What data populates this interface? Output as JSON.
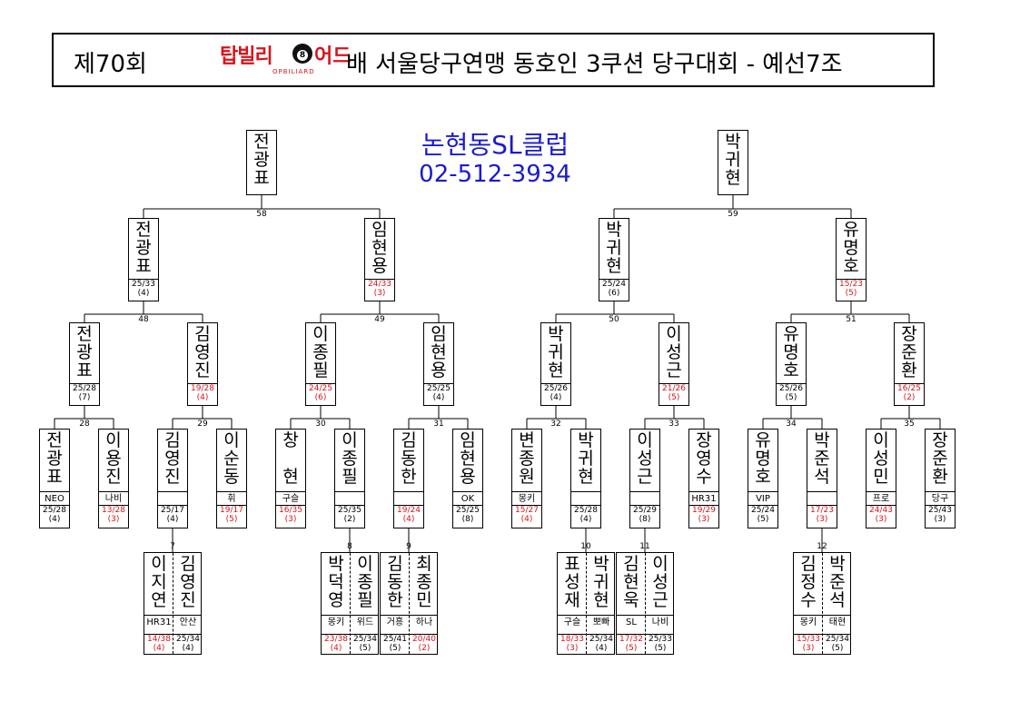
{
  "title": {
    "prefix": "제70회",
    "sponsor_logo_main": "탑빌리",
    "sponsor_logo_ball": "8",
    "sponsor_logo_tail": "어드",
    "sponsor_logo_sub": "OPBILIARD",
    "suffix": "배 서울당구연맹 동호인 3쿠션 당구대회 - 예선7조"
  },
  "club": {
    "name": "논현동SL클럽",
    "phone": "02-512-3934"
  },
  "final_winners": [
    {
      "name": "전광표"
    },
    {
      "name": "박귀현"
    }
  ],
  "boxes": [
    {
      "id": "r3_0",
      "name": "전광표",
      "score": "25/33",
      "innings": "(4)",
      "lose": false
    },
    {
      "id": "r3_1",
      "name": "임현용",
      "score": "24/33",
      "innings": "(3)",
      "lose": true
    },
    {
      "id": "r3_2",
      "name": "박귀현",
      "score": "25/24",
      "innings": "(6)",
      "lose": false
    },
    {
      "id": "r3_3",
      "name": "유명호",
      "score": "15/23",
      "innings": "(5)",
      "lose": true
    },
    {
      "id": "r2_0",
      "name": "전광표",
      "score": "25/28",
      "innings": "(7)",
      "lose": false
    },
    {
      "id": "r2_1",
      "name": "김영진",
      "score": "19/28",
      "innings": "(4)",
      "lose": true
    },
    {
      "id": "r2_2",
      "name": "이종필",
      "score": "24/25",
      "innings": "(6)",
      "lose": true
    },
    {
      "id": "r2_3",
      "name": "임현용",
      "score": "25/25",
      "innings": "(4)",
      "lose": false
    },
    {
      "id": "r2_4",
      "name": "박귀현",
      "score": "25/26",
      "innings": "(4)",
      "lose": false
    },
    {
      "id": "r2_5",
      "name": "이성근",
      "score": "21/26",
      "innings": "(5)",
      "lose": true
    },
    {
      "id": "r2_6",
      "name": "유명호",
      "score": "25/26",
      "innings": "(5)",
      "lose": false
    },
    {
      "id": "r2_7",
      "name": "장준환",
      "score": "16/25",
      "innings": "(2)",
      "lose": true
    },
    {
      "id": "r1_0",
      "name": "전광표",
      "club": "NEO",
      "score": "25/28",
      "innings": "(4)",
      "lose": false
    },
    {
      "id": "r1_1",
      "name": "이용진",
      "club": "나비",
      "score": "13/28",
      "innings": "(3)",
      "lose": true
    },
    {
      "id": "r1_2",
      "name": "김영진",
      "club": "",
      "score": "25/17",
      "innings": "(4)",
      "lose": false
    },
    {
      "id": "r1_3",
      "name": "이순동",
      "club": "휘",
      "score": "19/17",
      "innings": "(5)",
      "lose": true
    },
    {
      "id": "r1_4",
      "name": "창 현",
      "club": "구슬",
      "score": "16/35",
      "innings": "(3)",
      "lose": true
    },
    {
      "id": "r1_5",
      "name": "이종필",
      "club": "",
      "score": "25/35",
      "innings": "(2)",
      "lose": false
    },
    {
      "id": "r1_6",
      "name": "김동한",
      "club": "",
      "score": "19/24",
      "innings": "(4)",
      "lose": true
    },
    {
      "id": "r1_7",
      "name": "임현용",
      "club": "OK",
      "score": "25/25",
      "innings": "(8)",
      "lose": false
    },
    {
      "id": "r1_8",
      "name": "변종원",
      "club": "몽키",
      "score": "15/27",
      "innings": "(4)",
      "lose": true
    },
    {
      "id": "r1_9",
      "name": "박귀현",
      "club": "",
      "score": "25/28",
      "innings": "(4)",
      "lose": false
    },
    {
      "id": "r1_10",
      "name": "이성근",
      "club": "",
      "score": "25/29",
      "innings": "(8)",
      "lose": false
    },
    {
      "id": "r1_11",
      "name": "장영수",
      "club": "HR31",
      "score": "19/29",
      "innings": "(3)",
      "lose": true
    },
    {
      "id": "r1_12",
      "name": "유명호",
      "club": "VIP",
      "score": "25/24",
      "innings": "(5)",
      "lose": false
    },
    {
      "id": "r1_13",
      "name": "박준석",
      "club": "",
      "score": "17/23",
      "innings": "(3)",
      "lose": true
    },
    {
      "id": "r1_14",
      "name": "이성민",
      "club": "프로",
      "score": "24/43",
      "innings": "(3)",
      "lose": true
    },
    {
      "id": "r1_15",
      "name": "장준환",
      "club": "당구",
      "score": "25/43",
      "innings": "(3)",
      "lose": false
    }
  ],
  "pairs": [
    {
      "id": "p7",
      "left": {
        "name": "이지연",
        "club": "HR31",
        "score": "14/38",
        "innings": "(4)",
        "lose": true
      },
      "right": {
        "name": "김영진",
        "club": "안산",
        "score": "25/34",
        "innings": "(4)",
        "lose": false
      }
    },
    {
      "id": "p8",
      "left": {
        "name": "박덕영",
        "club": "몽키",
        "score": "23/38",
        "innings": "(4)",
        "lose": true
      },
      "right": {
        "name": "이종필",
        "club": "위드",
        "score": "25/34",
        "innings": "(5)",
        "lose": false
      }
    },
    {
      "id": "p9",
      "left": {
        "name": "김동한",
        "club": "거흥",
        "score": "25/41",
        "innings": "(5)",
        "lose": false
      },
      "right": {
        "name": "최종민",
        "club": "하나",
        "score": "20/40",
        "innings": "(2)",
        "lose": true
      }
    },
    {
      "id": "p10",
      "left": {
        "name": "표성재",
        "club": "구슬",
        "score": "18/33",
        "innings": "(3)",
        "lose": true
      },
      "right": {
        "name": "박귀현",
        "club": "뽀빠",
        "score": "25/34",
        "innings": "(4)",
        "lose": false
      }
    },
    {
      "id": "p11",
      "left": {
        "name": "김현욱",
        "club": "SL",
        "score": "17/32",
        "innings": "(5)",
        "lose": true
      },
      "right": {
        "name": "이성근",
        "club": "나비",
        "score": "25/33",
        "innings": "(5)",
        "lose": false
      }
    },
    {
      "id": "p12",
      "left": {
        "name": "김정수",
        "club": "몽키",
        "score": "15/33",
        "innings": "(3)",
        "lose": true
      },
      "right": {
        "name": "박준석",
        "club": "태현",
        "score": "25/34",
        "innings": "(5)",
        "lose": false
      }
    }
  ],
  "match_numbers": [
    "58",
    "59",
    "48",
    "49",
    "50",
    "51",
    "28",
    "29",
    "30",
    "31",
    "32",
    "33",
    "34",
    "35",
    "7",
    "8",
    "9",
    "10",
    "11",
    "12"
  ]
}
